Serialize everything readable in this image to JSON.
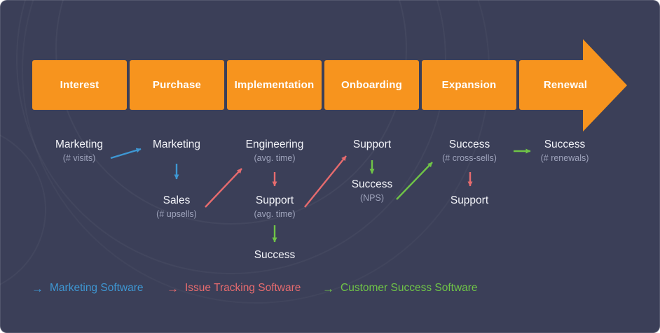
{
  "stages": [
    {
      "label": "Interest"
    },
    {
      "label": "Purchase"
    },
    {
      "label": "Implementation"
    },
    {
      "label": "Onboarding"
    },
    {
      "label": "Expansion"
    },
    {
      "label": "Renewal"
    }
  ],
  "columns": [
    {
      "stage": "Interest",
      "items": [
        {
          "name": "Marketing",
          "metric": "(# visits)"
        }
      ]
    },
    {
      "stage": "Purchase",
      "items": [
        {
          "name": "Marketing"
        },
        {
          "name": "Sales",
          "metric": "(# upsells)"
        }
      ]
    },
    {
      "stage": "Implementation",
      "items": [
        {
          "name": "Engineering",
          "metric": "(avg. time)"
        },
        {
          "name": "Support",
          "metric": "(avg. time)"
        },
        {
          "name": "Success"
        }
      ]
    },
    {
      "stage": "Onboarding",
      "items": [
        {
          "name": "Support"
        },
        {
          "name": "Success",
          "metric": "(NPS)"
        }
      ]
    },
    {
      "stage": "Expansion",
      "items": [
        {
          "name": "Success",
          "metric": "(# cross-sells)"
        },
        {
          "name": "Support"
        }
      ]
    },
    {
      "stage": "Renewal",
      "items": [
        {
          "name": "Success",
          "metric": "(# renewals)"
        }
      ]
    }
  ],
  "legend": [
    {
      "arrow": "→",
      "label": "Marketing Software",
      "color": "#3E97D3"
    },
    {
      "arrow": "→",
      "label": "Issue Tracking Software",
      "color": "#E66B6E"
    },
    {
      "arrow": "→",
      "label": "Customer Success Software",
      "color": "#6FC447"
    }
  ],
  "colors": {
    "card_background": "#3B3F58",
    "stage_fill": "#F7941E",
    "stage_text": "#FFFFFF",
    "dept_text": "#F2F3F8",
    "metric_text": "#9FA4BC",
    "blue": "#3E97D3",
    "red": "#E66B6E",
    "green": "#6FC447"
  }
}
